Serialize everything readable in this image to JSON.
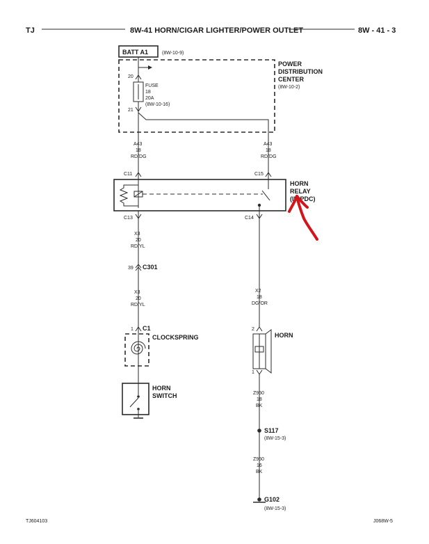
{
  "header": {
    "left": "TJ",
    "center": "8W-41 HORN/CIGAR LIGHTER/POWER OUTLET",
    "right": "8W - 41 - 3"
  },
  "footer": {
    "left": "TJ604103",
    "right": "J068W-5"
  },
  "batt": {
    "label": "BATT A1",
    "ref": "(8W-10-9)"
  },
  "pdc": {
    "line1": "POWER",
    "line2": "DISTRIBUTION",
    "line3": "CENTER",
    "ref": "(8W-10-2)"
  },
  "fuse": {
    "pin_top": "20",
    "pin_bottom": "21",
    "name": "FUSE",
    "number": "18",
    "rating": "20A",
    "ref": "(8W-10-16)"
  },
  "wire_a43_left": {
    "circuit": "A43",
    "gauge": "18",
    "color": "RD/DG"
  },
  "wire_a43_right": {
    "circuit": "A43",
    "gauge": "18",
    "color": "RD/DG"
  },
  "relay": {
    "line1": "HORN",
    "line2": "RELAY",
    "line3": "(IN PDC)",
    "pin_c11": "C11",
    "pin_c15": "C15",
    "pin_c13": "C13",
    "pin_c14": "C14"
  },
  "wire_x3_upper": {
    "circuit": "X3",
    "gauge": "20",
    "color": "RD/YL"
  },
  "c301": {
    "pin": "39",
    "name": "C301"
  },
  "wire_x3_lower": {
    "circuit": "X3",
    "gauge": "20",
    "color": "RD/YL"
  },
  "clockspring": {
    "pin": "1",
    "connector": "C1",
    "name": "CLOCKSPRING"
  },
  "horn_switch": {
    "line1": "HORN",
    "line2": "SWITCH"
  },
  "wire_x2": {
    "circuit": "X2",
    "gauge": "18",
    "color": "DG/OR"
  },
  "horn": {
    "name": "HORN",
    "pin_top": "2",
    "pin_bottom": "1"
  },
  "wire_z950_upper": {
    "circuit": "Z950",
    "gauge": "18",
    "color": "BK"
  },
  "s117": {
    "name": "S117",
    "ref": "(8W-15-3)"
  },
  "wire_z950_lower": {
    "circuit": "Z950",
    "gauge": "16",
    "color": "BK"
  },
  "g102": {
    "name": "G102",
    "ref": "(8W-15-3)"
  },
  "colors": {
    "ink": "#2a2a2a",
    "annotation": "#d3141b"
  }
}
